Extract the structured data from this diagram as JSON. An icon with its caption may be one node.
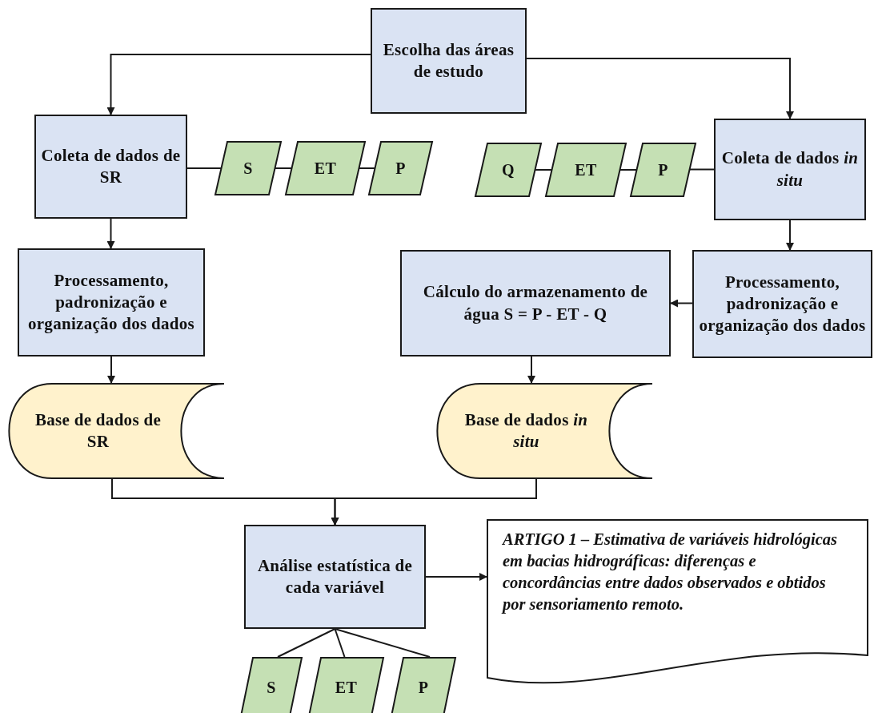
{
  "diagram": {
    "nodes": [
      {
        "text": [
          "Escolha das áreas de estudo"
        ]
      },
      {
        "text": [
          "Coleta de dados de SR"
        ]
      },
      {
        "text": [
          "S"
        ]
      },
      {
        "text": [
          "ET"
        ]
      },
      {
        "text": [
          "P"
        ]
      },
      {
        "text": [
          "Q"
        ]
      },
      {
        "text": [
          "ET"
        ]
      },
      {
        "text": [
          "P"
        ]
      },
      {
        "text": [
          "Coleta de dados *in situ*"
        ]
      },
      {
        "text": [
          "Processamento, padronização e organização dos dados"
        ]
      },
      {
        "text": [
          "Cálculo do armazenamento de água S = P - ET - Q"
        ]
      },
      {
        "text": [
          "Processamento, padronização e organização dos dados"
        ]
      },
      {
        "text": [
          "Base de dados de SR"
        ]
      },
      {
        "text": [
          "Base de dados *in situ*"
        ]
      },
      {
        "text": [
          "Análise estatística de cada variável"
        ]
      },
      {
        "text": [
          "ARTIGO 1 – Estimativa de variáveis hidrológicas em bacias hidrográficas: diferenças e concordâncias entre dados observados e obtidos por sensoriamento remoto."
        ]
      },
      {
        "text": [
          "S"
        ]
      },
      {
        "text": [
          "ET"
        ]
      },
      {
        "text": [
          "P"
        ]
      }
    ],
    "edges": [
      {
        "from": 0,
        "to": 1,
        "arrow": "to"
      },
      {
        "from": 0,
        "to": 8,
        "arrow": "to"
      },
      {
        "from": 1,
        "to": 2,
        "arrow": "none"
      },
      {
        "from": 2,
        "to": 3,
        "arrow": "none"
      },
      {
        "from": 3,
        "to": 4,
        "arrow": "none"
      },
      {
        "from": 5,
        "to": 6,
        "arrow": "none"
      },
      {
        "from": 6,
        "to": 7,
        "arrow": "none"
      },
      {
        "from": 7,
        "to": 8,
        "arrow": "none"
      },
      {
        "from": 1,
        "to": 9,
        "arrow": "to"
      },
      {
        "from": 8,
        "to": 11,
        "arrow": "to"
      },
      {
        "from": 11,
        "to": 10,
        "arrow": "to"
      },
      {
        "from": 9,
        "to": 12,
        "arrow": "to"
      },
      {
        "from": 10,
        "to": 13,
        "arrow": "to"
      },
      {
        "from": 12,
        "to": 14,
        "arrow": "to"
      },
      {
        "from": 13,
        "to": 14,
        "arrow": "to"
      },
      {
        "from": 14,
        "to": 15,
        "arrow": "to"
      },
      {
        "from": 14,
        "to": 16,
        "arrow": "none"
      },
      {
        "from": 14,
        "to": 17,
        "arrow": "none"
      },
      {
        "from": 14,
        "to": 18,
        "arrow": "none"
      }
    ]
  }
}
